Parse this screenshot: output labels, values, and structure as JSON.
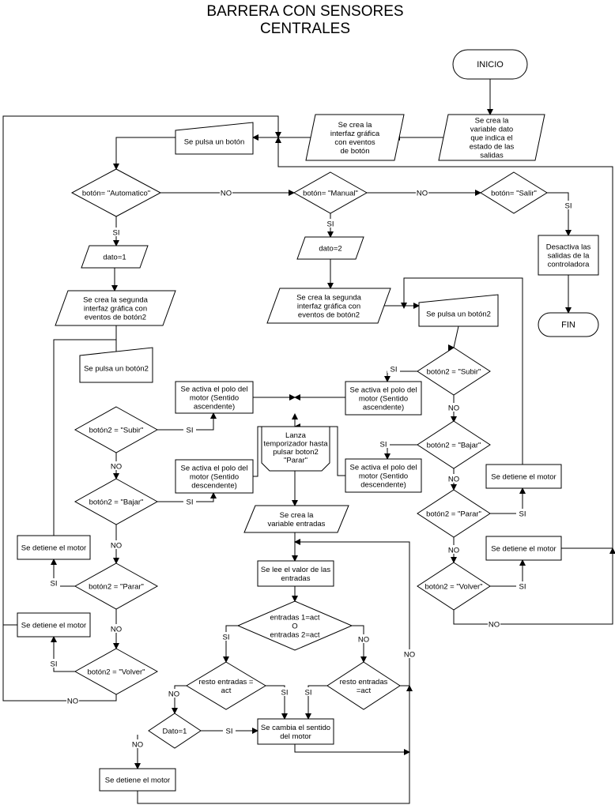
{
  "title": [
    "BARRERA CON SENSORES",
    "CENTRALES"
  ],
  "nodes": {
    "inicio": "INICIO",
    "var_dato": [
      "Se crea la",
      "variable dato",
      "que indica el",
      "estado de las",
      "salidas"
    ],
    "gui": [
      "Se crea la",
      "interfaz gráfica",
      "con eventos",
      "de botón"
    ],
    "pulsa_boton": "Se pulsa un botón",
    "d_auto": "botón= \"Automatico\"",
    "d_manual": "botón= \"Manual\"",
    "d_salir": "botón= \"Salir\"",
    "desactiva": [
      "Desactiva las",
      "salidas de la",
      "controladora"
    ],
    "fin": "FIN",
    "dato1": "dato=1",
    "dato2": "dato=2",
    "gui2_left": [
      "Se crea la segunda",
      "interfaz gráfica con",
      "eventos de botón2"
    ],
    "gui2_right": [
      "Se crea la segunda",
      "interfaz gráfica con",
      "eventos de botón2"
    ],
    "pulsa_b2_left": "Se pulsa un botón2",
    "pulsa_b2_right": "Se pulsa un botón2",
    "d_subir_l": "botón2 = \"Subir\"",
    "d_bajar_l": "botón2 = \"Bajar\"",
    "d_parar_l": "botón2 = \"Parar\"",
    "d_volver_l": "botón2 = \"Volver\"",
    "d_subir_r": "botón2 = \"Subir\"",
    "d_bajar_r": "botón2 = \"Bajar\"",
    "d_parar_r": "botón2 = \"Parar\"",
    "d_volver_r": "botón2 = \"Volver\"",
    "act_asc_l": [
      "Se activa el polo del",
      "motor (Sentido",
      "ascendente)"
    ],
    "act_desc_l": [
      "Se activa el polo del",
      "motor (Sentido",
      "descendente)"
    ],
    "act_asc_r": [
      "Se activa el polo del",
      "motor (Sentido",
      "ascendente)"
    ],
    "act_desc_r": [
      "Se activa el polo del",
      "motor (Sentido",
      "descendente)"
    ],
    "detiene_l1": "Se detiene el motor",
    "detiene_l2": "Se detiene el motor",
    "detiene_r1": "Se detiene el motor",
    "detiene_r2": "Se detiene el motor",
    "detiene_bottom": "Se detiene el motor",
    "lanza": [
      "Lanza",
      "temporizador hasta",
      "pulsar boton2",
      "\"Parar\""
    ],
    "var_entradas": [
      "Se crea la",
      "variable entradas"
    ],
    "lee_entradas": [
      "Se lee el valor de las",
      "entradas"
    ],
    "d_entradas": [
      "entradas 1=act",
      "O",
      "entradas 2=act"
    ],
    "d_resto_l": [
      "resto entradas =",
      "act"
    ],
    "d_resto_r": [
      "resto entradas",
      "=act"
    ],
    "d_dato1": "Dato=1",
    "cambia": [
      "Se cambia el sentido",
      "del motor"
    ]
  },
  "labels": {
    "si": "SI",
    "no": "NO"
  }
}
